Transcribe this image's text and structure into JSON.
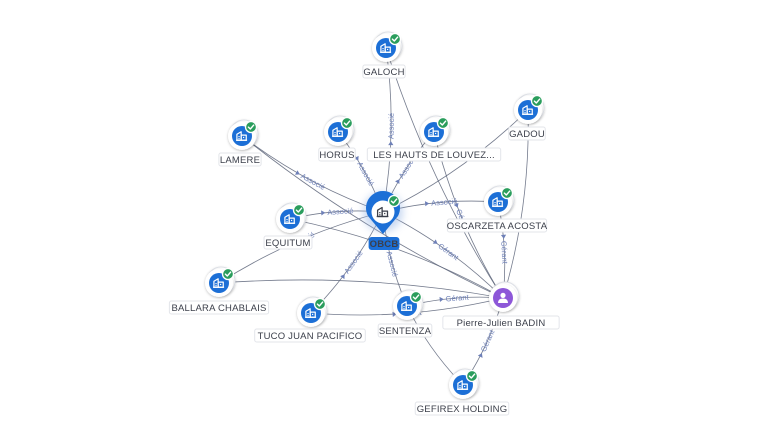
{
  "colors": {
    "node_fill": "#1c6fd6",
    "check_fill": "#2a9d5c",
    "person_fill": "#8d57d8",
    "edge_stroke": "#5c6479",
    "edge_label": "#6e80b8",
    "center_label_bg": "#1c6fd6"
  },
  "center": {
    "id": "obcb",
    "label": "OBCB",
    "icon": "building-icon"
  },
  "nodes": [
    {
      "id": "galoch",
      "label": "GALOCH",
      "icon": "building-icon",
      "checked": true
    },
    {
      "id": "lamere",
      "label": "LAMERE",
      "icon": "building-icon",
      "checked": true
    },
    {
      "id": "horus",
      "label": "HORUS",
      "icon": "building-icon",
      "checked": true
    },
    {
      "id": "hauts",
      "label": "LES HAUTS DE LOUVEZ...",
      "icon": "building-icon",
      "checked": true
    },
    {
      "id": "gadou",
      "label": "GADOU",
      "icon": "building-icon",
      "checked": true
    },
    {
      "id": "equitum",
      "label": "EQUITUM",
      "icon": "building-icon",
      "checked": true
    },
    {
      "id": "oscar",
      "label": "OSCARZETA ACOSTA",
      "icon": "building-icon",
      "checked": true
    },
    {
      "id": "ballara",
      "label": "BALLARA CHABLAIS",
      "icon": "building-icon",
      "checked": true
    },
    {
      "id": "badin",
      "label": "Pierre-Julien BADIN",
      "icon": "person-icon",
      "checked": false
    },
    {
      "id": "tuco",
      "label": "TUCO JUAN PACIFICO",
      "icon": "building-icon",
      "checked": true
    },
    {
      "id": "sentenza",
      "label": "SENTENZA",
      "icon": "building-icon",
      "checked": true
    },
    {
      "id": "gefirex",
      "label": "GEFIREX HOLDING",
      "icon": "building-icon",
      "checked": true
    }
  ],
  "edges": [
    {
      "from": "obcb",
      "to": "galoch",
      "label": "Associé"
    },
    {
      "from": "obcb",
      "to": "lamere",
      "label": "Associé"
    },
    {
      "from": "obcb",
      "to": "horus",
      "label": "Associé"
    },
    {
      "from": "obcb",
      "to": "hauts",
      "label": "Associé"
    },
    {
      "from": "obcb",
      "to": "equitum",
      "label": "Associé"
    },
    {
      "from": "obcb",
      "to": "oscar",
      "label": "Associé"
    },
    {
      "from": "obcb",
      "to": "ballara",
      "label": "Associé"
    },
    {
      "from": "obcb",
      "to": "tuco",
      "label": "Associé"
    },
    {
      "from": "obcb",
      "to": "sentenza",
      "label": "Associé"
    },
    {
      "from": "obcb",
      "to": "badin",
      "label": "Gérant"
    },
    {
      "from": "obcb",
      "to": "gadou",
      "label": ""
    },
    {
      "from": "badin",
      "to": "hauts",
      "label": "Gérant"
    },
    {
      "from": "badin",
      "to": "oscar",
      "label": "Gérant"
    },
    {
      "from": "badin",
      "to": "tuco",
      "label": "Gérant"
    },
    {
      "from": "badin",
      "to": "sentenza",
      "label": "Gérant"
    },
    {
      "from": "badin",
      "to": "gefirex",
      "label": "Gérant"
    },
    {
      "from": "badin",
      "to": "gadou",
      "label": ""
    },
    {
      "from": "badin",
      "to": "galoch",
      "label": ""
    },
    {
      "from": "sentenza",
      "to": "gefirex",
      "label": ""
    },
    {
      "from": "equitum",
      "to": "badin",
      "label": ""
    },
    {
      "from": "lamere",
      "to": "badin",
      "label": ""
    },
    {
      "from": "ballara",
      "to": "badin",
      "label": ""
    }
  ]
}
